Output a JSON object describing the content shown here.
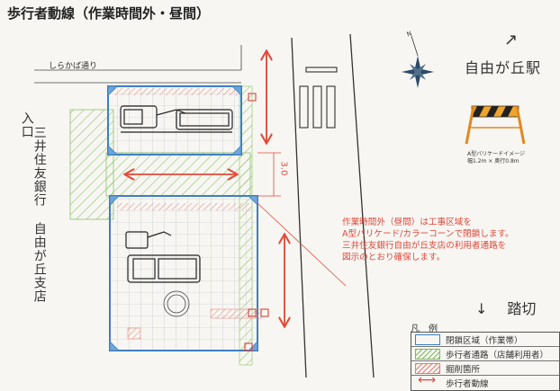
{
  "title": "歩行者動線（作業時間外・昼間）",
  "road_name": "しらかば通り",
  "bank_label": "三井住友銀行 自由が丘支店",
  "entrance_label": "入口",
  "station_label": "自由が丘駅",
  "station_arrow": "↗",
  "crossing_label": "踏切",
  "crossing_arrow": "↓",
  "compass_label": "N",
  "dimension_label": "3.0",
  "barrier": {
    "caption_line1": "A型バリケードイメージ",
    "caption_line2": "幅1.2m × 奥行0.8m"
  },
  "note_lines": [
    "作業時間外（昼間）は工事区域を",
    "A型バリケード/カラーコーンで閉鎖します。",
    "三井住友銀行自由が丘支店の利用者通路を",
    "図示のとおり確保します。"
  ],
  "legend": {
    "title": "凡　例",
    "items": [
      {
        "label": "閉鎖区域（作業帯）",
        "swatch": "closed"
      },
      {
        "label": "歩行者通路（店舗利用者）",
        "swatch": "walk"
      },
      {
        "label": "掘削箇所",
        "swatch": "dig"
      },
      {
        "label": "歩行者動線",
        "swatch": "flow"
      }
    ]
  },
  "colors": {
    "closed_zone": "#3d7fc2",
    "walkway": "#7dbb58",
    "excavation": "#e67d75",
    "flow_arrow": "#e24a3a"
  }
}
